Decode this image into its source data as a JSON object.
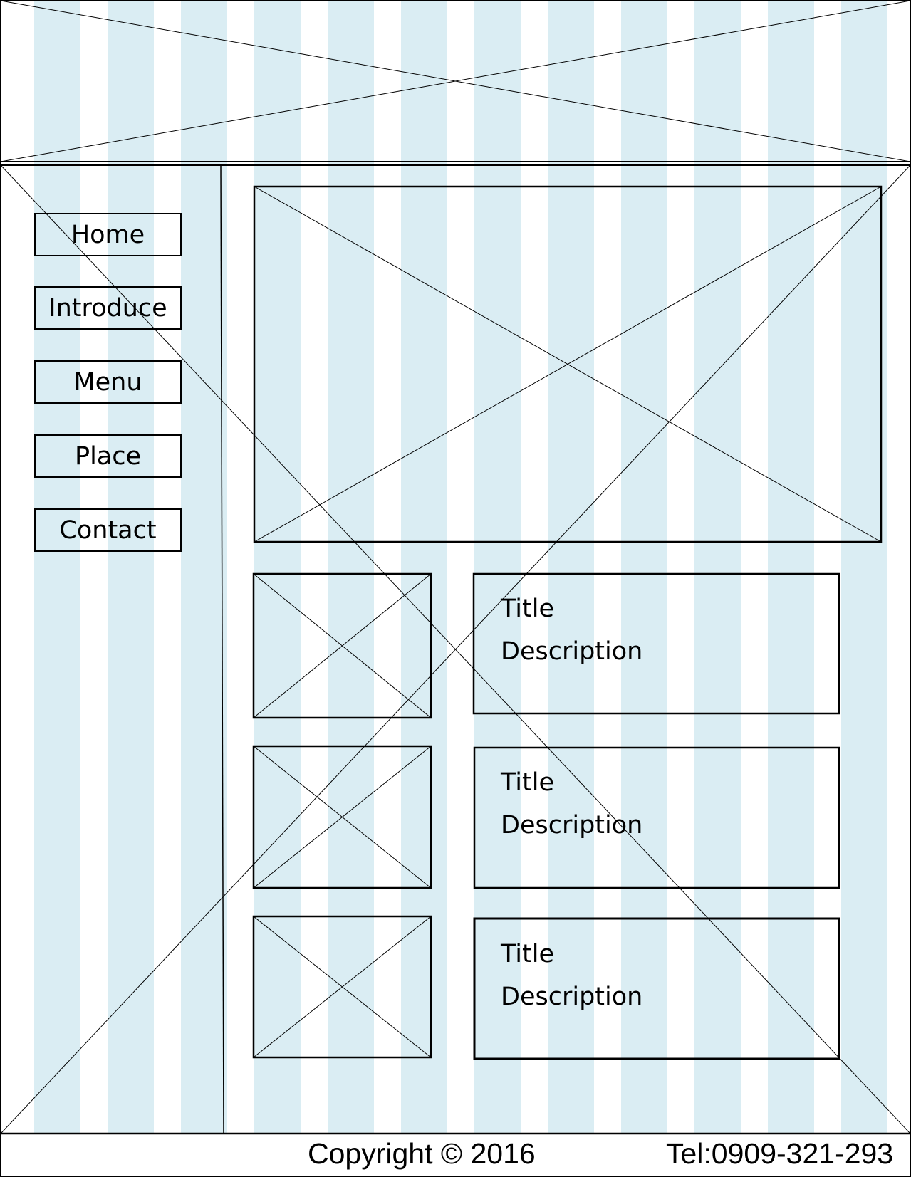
{
  "colors": {
    "stripe": "#daedf3",
    "line": "#000000",
    "background": "#ffffff"
  },
  "header": {
    "placeholder_icon": "image-placeholder-icon"
  },
  "sidebar": {
    "items": [
      {
        "label": "Home"
      },
      {
        "label": "Introduce"
      },
      {
        "label": "Menu"
      },
      {
        "label": "Place"
      },
      {
        "label": "Contact"
      }
    ]
  },
  "main": {
    "hero": {
      "placeholder_icon": "image-placeholder-icon"
    },
    "cards": [
      {
        "title": "Title",
        "description": "Description"
      },
      {
        "title": "Title",
        "description": "Description"
      },
      {
        "title": "Title",
        "description": "Description"
      }
    ]
  },
  "footer": {
    "copyright": "Copyright © 2016",
    "tel": "Tel:0909-321-293"
  }
}
